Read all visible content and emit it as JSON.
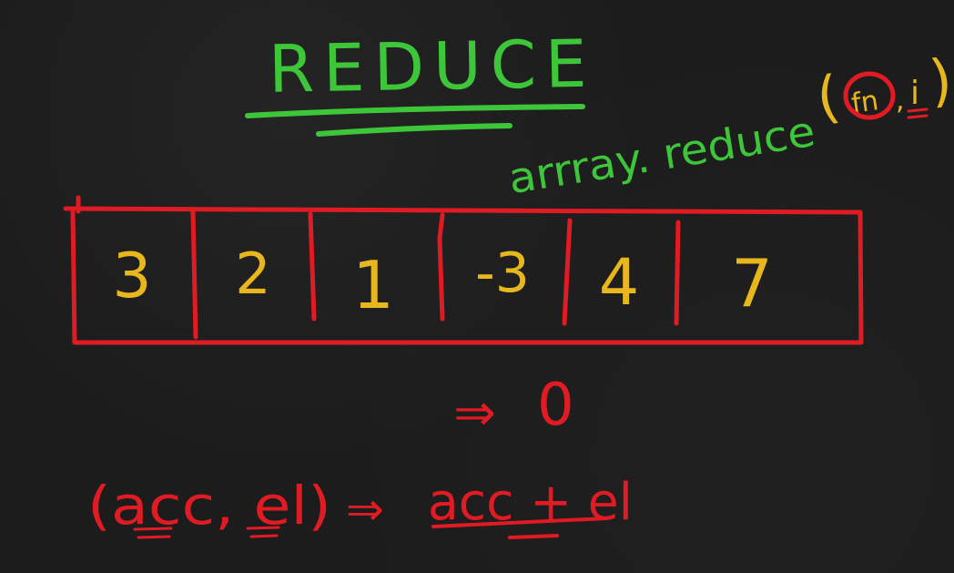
{
  "title": "REDUCE",
  "signature": {
    "prefix": "arrray. reduce",
    "open_paren": "(",
    "fn_arg": "fn",
    "comma": ",",
    "init_arg": "i",
    "close_paren": ")"
  },
  "array": {
    "values": [
      "3",
      "2",
      "1",
      "-3",
      "4",
      "7"
    ]
  },
  "result": {
    "arrow": "⇒",
    "value": "0"
  },
  "callback": {
    "params": "(acc, el)",
    "arrow": "⇒",
    "body": "acc + el"
  },
  "colors": {
    "background": "#1c1c1c",
    "green": "#3ec63a",
    "yellow": "#e8b71e",
    "red": "#e01b23"
  }
}
